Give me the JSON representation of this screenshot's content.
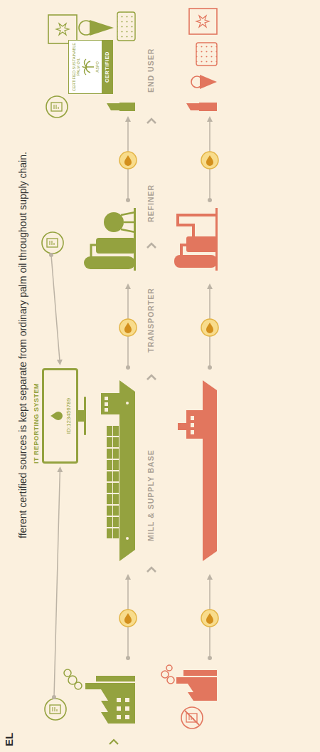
{
  "diagram": {
    "title": "EL",
    "caption": "fferent certified sources is kept separate from ordinary palm oil throughout supply chain.",
    "nodes": [
      {
        "text": [
          "IT REPORTING SYSTEM",
          "ID:123456789"
        ]
      },
      {
        "text": [
          "CERTIFIED SUSTAINABLE PALM OIL",
          "RSPO",
          "CERTIFIED"
        ]
      }
    ],
    "labels": [
      "MILL & SUPPLY BASE",
      "TRANSPORTER",
      "REFINER",
      "END USER"
    ]
  }
}
